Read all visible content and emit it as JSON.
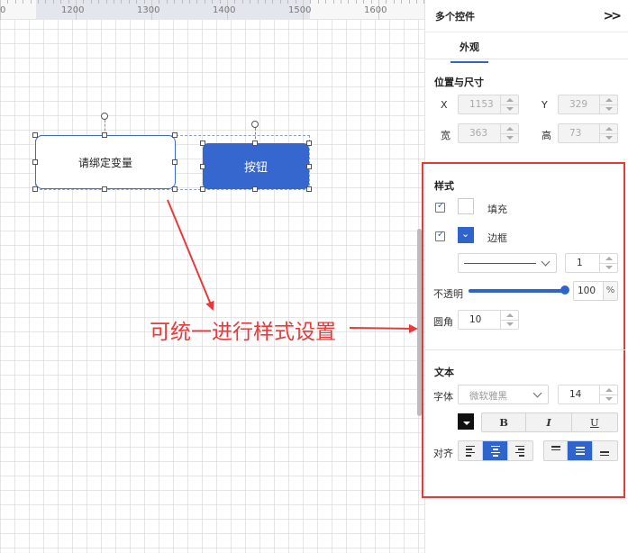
{
  "ruler": {
    "labels": [
      "0",
      "1200",
      "1300",
      "1400",
      "1500",
      "1600"
    ]
  },
  "canvas": {
    "text_widget_label": "请绑定变量",
    "button_widget_label": "按钮",
    "annotation": "可统一进行样式设置"
  },
  "panel": {
    "title": "多个控件",
    "collapse_icon": "double-chevron-right-icon",
    "tab": "外观",
    "position_size": {
      "title": "位置与尺寸",
      "x_label": "X",
      "x_value": "1153",
      "y_label": "Y",
      "y_value": "329",
      "w_label": "宽",
      "w_value": "363",
      "h_label": "高",
      "h_value": "73"
    },
    "style": {
      "title": "样式",
      "fill_label": "填充",
      "fill_checked": true,
      "border_label": "边框",
      "border_checked": true,
      "border_width": "1",
      "opacity_label": "不透明",
      "opacity_value": "100",
      "opacity_unit": "%",
      "opacity_fraction": 1.0,
      "radius_label": "圆角",
      "radius_value": "10"
    },
    "text": {
      "title": "文本",
      "font_label": "字体",
      "font_value": "微软雅黑",
      "font_size": "14",
      "bold": "B",
      "italic": "I",
      "underline": "U",
      "align_label": "对齐"
    }
  },
  "colors": {
    "accent": "#2f64cc",
    "annotation_red": "#e83a3a",
    "text_color": "#111111"
  }
}
